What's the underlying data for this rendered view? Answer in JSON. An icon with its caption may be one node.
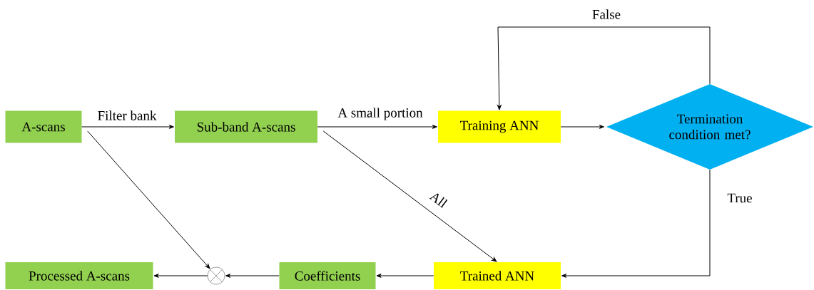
{
  "diagram": {
    "nodes": [
      {
        "text": [
          "A-scans"
        ]
      },
      {
        "text": [
          "Sub-band A-scans"
        ]
      },
      {
        "text": [
          "Training ANN"
        ]
      },
      {
        "text": [
          "Termination condition met?"
        ]
      },
      {
        "text": [
          "Processed A-scans"
        ]
      },
      {
        "text": [],
        "shape": "circle"
      },
      {
        "text": [
          "Coefficients"
        ]
      },
      {
        "text": [
          "Trained ANN"
        ]
      }
    ],
    "edges": [
      {
        "from": 0,
        "to": 1,
        "arrow": "to",
        "label": "Filter bank"
      },
      {
        "from": 1,
        "to": 2,
        "arrow": "to",
        "label": "A small portion"
      },
      {
        "from": 2,
        "to": 3,
        "arrow": "to"
      },
      {
        "from": 3,
        "to": 2,
        "arrow": "to",
        "label": "False"
      },
      {
        "from": 3,
        "to": 7,
        "arrow": "to",
        "label": "True"
      },
      {
        "from": 1,
        "to": 7,
        "arrow": "to",
        "label": "All"
      },
      {
        "from": 0,
        "to": 5,
        "arrow": "to"
      },
      {
        "from": 7,
        "to": 6,
        "arrow": "to"
      },
      {
        "from": 6,
        "to": 5,
        "arrow": "to"
      },
      {
        "from": 5,
        "to": 4,
        "arrow": "to"
      }
    ]
  }
}
